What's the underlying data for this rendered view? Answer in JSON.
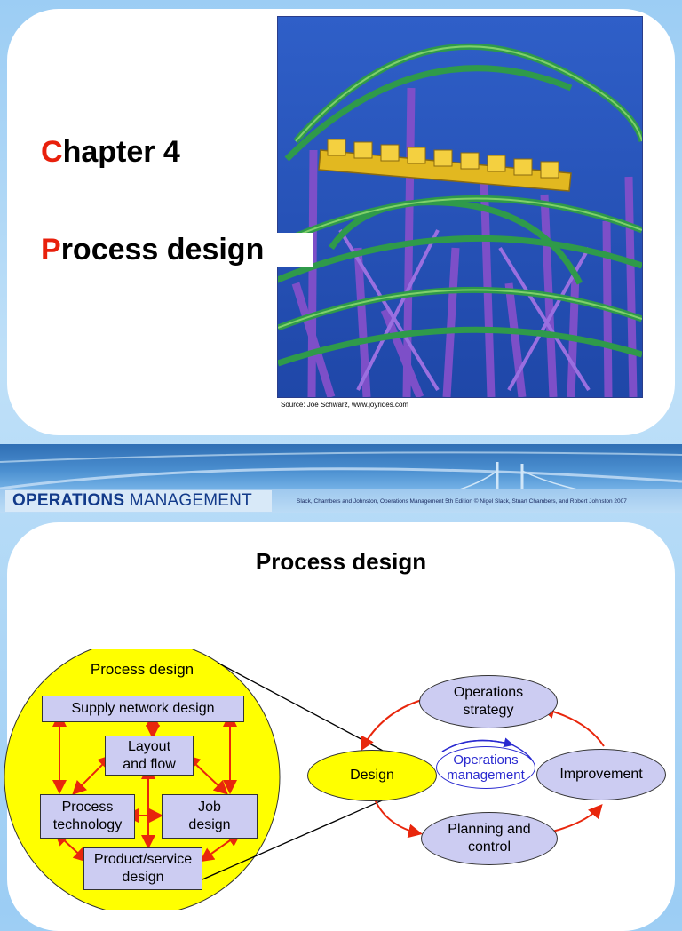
{
  "slide1": {
    "chapter_initial": "C",
    "chapter_rest": "hapter 4",
    "title_initial": "P",
    "title_rest": "rocess design",
    "photo_caption": "Source: Joe Schwarz, www.joyrides.com"
  },
  "banner": {
    "logo_bold": "OPERATIONS",
    "logo_light": "MANAGEMENT",
    "credit": "Slack, Chambers and Johnston, Operations Management 5th Edition © Nigel Slack, Stuart Chambers, and Robert Johnston 2007"
  },
  "slide2": {
    "title": "Process design",
    "circle_title": "Process design",
    "supply_network": "Supply network design",
    "layout_line1": "Layout",
    "layout_line2": "and flow",
    "process_tech_line1": "Process",
    "process_tech_line2": "technology",
    "job_line1": "Job",
    "job_line2": "design",
    "product_line1": "Product/service",
    "product_line2": "design",
    "ops_strategy_line1": "Operations",
    "ops_strategy_line2": "strategy",
    "design": "Design",
    "ops_mgmt_line1": "Operations",
    "ops_mgmt_line2": "management",
    "improvement": "Improvement",
    "planning_line1": "Planning and",
    "planning_line2": "control"
  },
  "colors": {
    "accent_red": "#e8200c",
    "circle_yellow": "#ffff00",
    "box_lavender": "#ccccf2",
    "arrow_red": "#e8260c",
    "ops_mgmt_blue": "#2a2ad0"
  }
}
